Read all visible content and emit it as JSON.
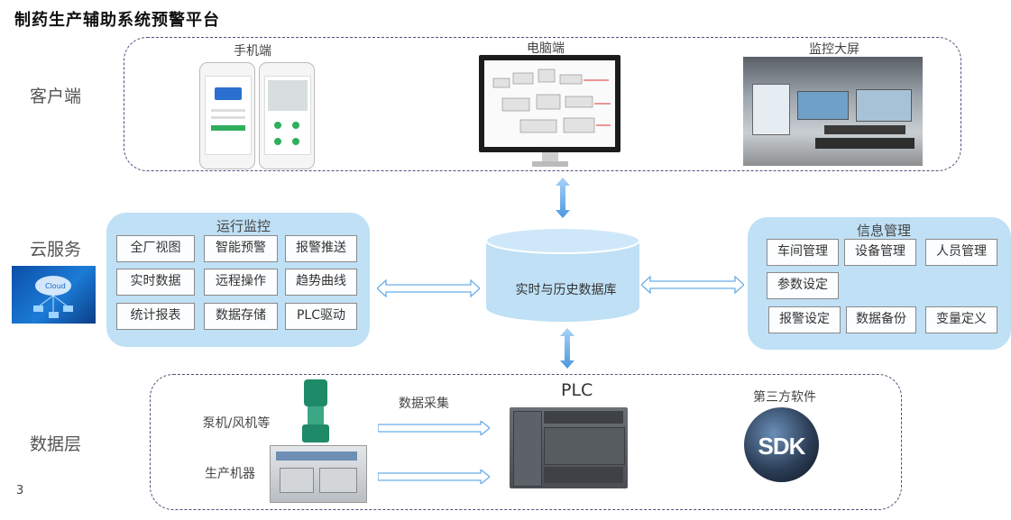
{
  "title": "制药生产辅助系统预警平台",
  "page_number": "3",
  "layers": {
    "client": "客户端",
    "cloud": "云服务",
    "data": "数据层"
  },
  "client": {
    "mobile_label": "手机端",
    "pc_label": "电脑端",
    "screen_label": "监控大屏"
  },
  "cloud_icon_text": "Cloud",
  "monitor": {
    "title": "运行监控",
    "buttons": [
      "全厂视图",
      "智能预警",
      "报警推送",
      "实时数据",
      "远程操作",
      "趋势曲线",
      "统计报表",
      "数据存储",
      "PLC驱动"
    ]
  },
  "database": {
    "label": "实时与历史数据库"
  },
  "info": {
    "title": "信息管理",
    "buttons": [
      "车间管理",
      "设备管理",
      "人员管理",
      "参数设定",
      "报警设定",
      "数据备份",
      "变量定义"
    ]
  },
  "data_layer": {
    "pump_label": "泵机/风机等",
    "machine_label": "生产机器",
    "collect_label": "数据采集",
    "plc_label": "PLC",
    "third_party_label": "第三方软件",
    "sdk_text": "SDK"
  },
  "colors": {
    "panel": "#bfe0f5",
    "arrow": "#6aaee8",
    "dash": "#5a4a78"
  }
}
